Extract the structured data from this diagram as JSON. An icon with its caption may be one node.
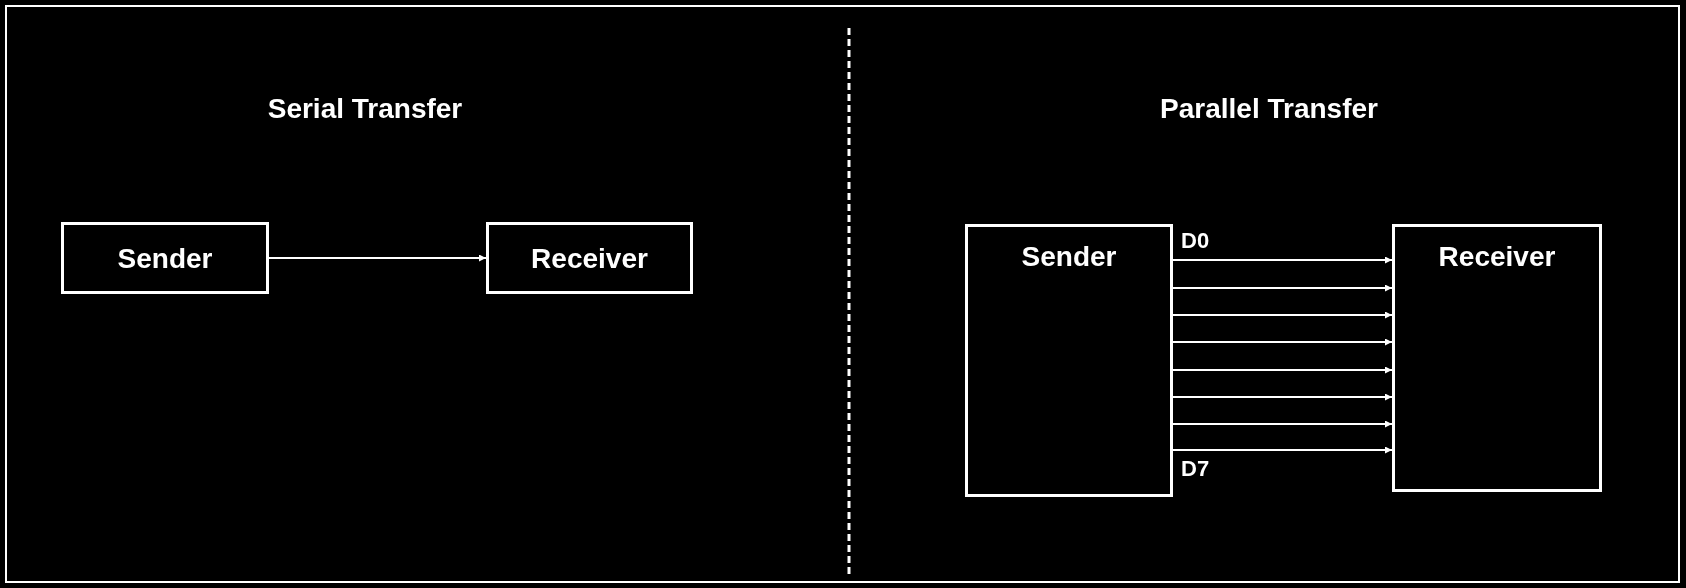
{
  "diagram": {
    "nodes": [
      {
        "text": [
          "Sender"
        ]
      },
      {
        "text": [
          "Receiver"
        ]
      },
      {
        "text": [
          "Sender"
        ]
      },
      {
        "text": [
          "Receiver"
        ]
      }
    ],
    "edges": [
      {
        "from": 0,
        "to": 1,
        "arrow": "to"
      },
      {
        "from": 2,
        "to": 3,
        "arrow": "to",
        "label": "D0"
      },
      {
        "from": 2,
        "to": 3,
        "arrow": "to"
      },
      {
        "from": 2,
        "to": 3,
        "arrow": "to"
      },
      {
        "from": 2,
        "to": 3,
        "arrow": "to"
      },
      {
        "from": 2,
        "to": 3,
        "arrow": "to"
      },
      {
        "from": 2,
        "to": 3,
        "arrow": "to"
      },
      {
        "from": 2,
        "to": 3,
        "arrow": "to"
      },
      {
        "from": 2,
        "to": 3,
        "arrow": "to",
        "label": "D7"
      }
    ],
    "labels": [
      "Serial Transfer",
      "Parallel Transfer"
    ]
  }
}
